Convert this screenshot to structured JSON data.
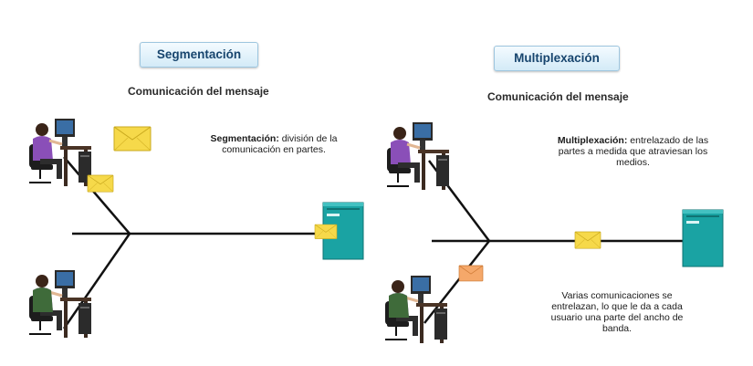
{
  "left_panel": {
    "title": "Segmentación",
    "subtitle": "Comunicación del mensaje",
    "description_bold": "Segmentación:",
    "description_rest": " división de la comunicación en partes."
  },
  "right_panel": {
    "title": "Multiplexación",
    "subtitle": "Comunicación del mensaje",
    "description_bold": "Multiplexación:",
    "description_rest": " entrelazado de las partes a medida que atraviesan los medios.",
    "note": "Varias comunicaciones se entrelazan, lo que le da a cada usuario una parte del ancho de banda."
  },
  "colors": {
    "title_text": "#17456e",
    "line": "#111111",
    "server": "#1aa3a3",
    "envelope_yellow": "#f6d94a",
    "envelope_orange": "#f5a86a",
    "person_shirt_purple": "#8a4fb8",
    "person_shirt_green": "#3f6b3a"
  },
  "icons": [
    "user-workstation-icon",
    "server-icon",
    "envelope-icon"
  ]
}
